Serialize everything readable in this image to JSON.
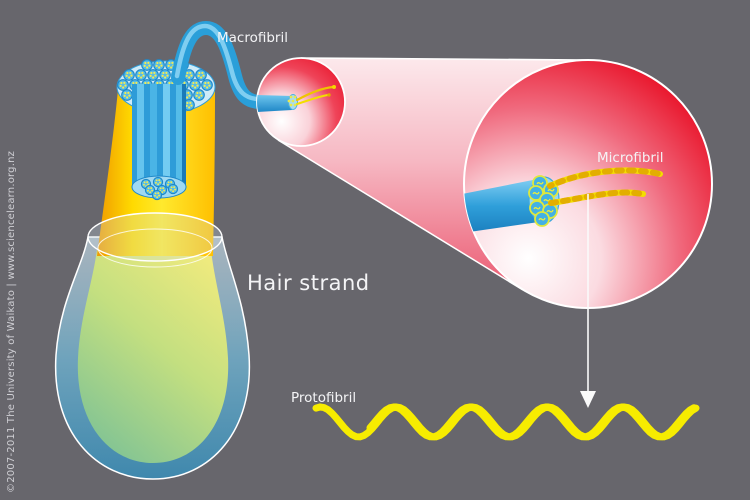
{
  "labels": {
    "macrofibril": "Macrofibril",
    "microfibril": "Microfibril",
    "protofibril": "Protofibril",
    "hair_strand": "Hair strand",
    "copyright": "©2007-2011 The University of Waikato | www.sciencelearn.org.nz"
  },
  "colors": {
    "background": "#67666C",
    "zoom_red": "#E9152B",
    "zoom_pink_light": "#FCE9EC",
    "fibril_blue": "#2F9FDA",
    "shaft_yellow": "#FFD800",
    "protofibril_yellow": "#F7EC00",
    "bulb_green": "#9ACB83",
    "bulb_blue": "#4F92B5",
    "label_text": "#F4F4F6"
  }
}
